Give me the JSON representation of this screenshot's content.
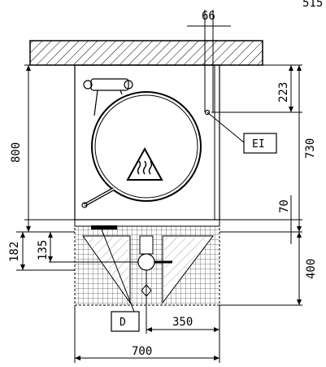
{
  "diagram": {
    "corner_text": "515",
    "dimensions": {
      "top_66": "66",
      "right_223": "223",
      "right_730": "730",
      "right_70": "70",
      "right_400": "400",
      "left_800": "800",
      "left_182": "182",
      "left_135": "135",
      "bottom_350": "350",
      "bottom_700": "700"
    },
    "labels": {
      "ei": "EI",
      "d": "D"
    },
    "icons": [
      "hot-surface-warning-icon"
    ]
  }
}
